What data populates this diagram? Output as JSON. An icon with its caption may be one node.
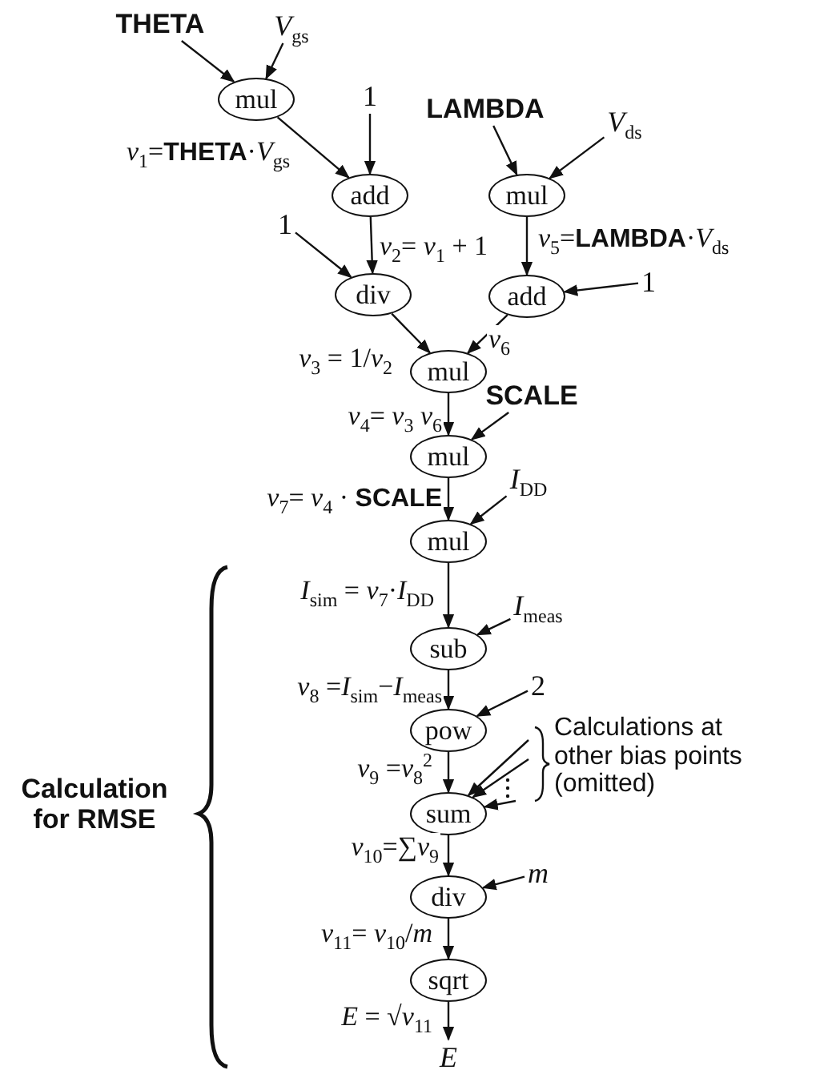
{
  "diagram": {
    "nodes": [
      {
        "text": [
          "THETA"
        ]
      },
      {
        "text": [
          "*V*$_{gs}$"
        ]
      },
      {
        "text": [
          "mul"
        ]
      },
      {
        "text": [
          "1"
        ]
      },
      {
        "text": [
          "add"
        ]
      },
      {
        "text": [
          "LAMBDA"
        ]
      },
      {
        "text": [
          "*V*$_{ds}$"
        ]
      },
      {
        "text": [
          "mul"
        ]
      },
      {
        "text": [
          "1"
        ]
      },
      {
        "text": [
          "div"
        ]
      },
      {
        "text": [
          "add"
        ]
      },
      {
        "text": [
          "1"
        ]
      },
      {
        "text": [
          "mul"
        ]
      },
      {
        "text": [
          "SCALE"
        ]
      },
      {
        "text": [
          "mul"
        ]
      },
      {
        "text": [
          "*I*$_{DD}$"
        ]
      },
      {
        "text": [
          "mul"
        ]
      },
      {
        "text": [
          "*I*$_{meas}$"
        ]
      },
      {
        "text": [
          "sub"
        ]
      },
      {
        "text": [
          "2"
        ]
      },
      {
        "text": [
          "pow"
        ]
      },
      {
        "text": [
          "sum"
        ]
      },
      {
        "text": [
          "div"
        ]
      },
      {
        "text": [
          "*m*"
        ]
      },
      {
        "text": [
          "sqrt"
        ]
      },
      {
        "text": [
          "*E*"
        ]
      }
    ],
    "edges": [
      {
        "from": 0,
        "to": 2,
        "arrow": "to"
      },
      {
        "from": 1,
        "to": 2,
        "arrow": "to"
      },
      {
        "from": 2,
        "to": 4,
        "arrow": "to",
        "label": "*v*$_{1}$=**THETA**·*V*$_{gs}$"
      },
      {
        "from": 3,
        "to": 4,
        "arrow": "to"
      },
      {
        "from": 5,
        "to": 7,
        "arrow": "to"
      },
      {
        "from": 6,
        "to": 7,
        "arrow": "to"
      },
      {
        "from": 4,
        "to": 9,
        "arrow": "to",
        "label": "*v*$_{2}$= *v*$_{1}$ + 1"
      },
      {
        "from": 8,
        "to": 9,
        "arrow": "to"
      },
      {
        "from": 7,
        "to": 10,
        "arrow": "to",
        "label": "*v*$_{5}$=**LAMBDA**·*V*$_{ds}$"
      },
      {
        "from": 11,
        "to": 10,
        "arrow": "to"
      },
      {
        "from": 9,
        "to": 12,
        "arrow": "to",
        "label": "*v*$_{3}$ = 1/*v*$_{2}$"
      },
      {
        "from": 10,
        "to": 12,
        "arrow": "to",
        "label": "*v*$_{6}$"
      },
      {
        "from": 12,
        "to": 14,
        "arrow": "to",
        "label": "*v*$_{4}$= *v*$_{3}$ *v*$_{6}$"
      },
      {
        "from": 13,
        "to": 14,
        "arrow": "to"
      },
      {
        "from": 14,
        "to": 16,
        "arrow": "to",
        "label": "*v*$_{7}$= *v*$_{4}$ · **SCALE**"
      },
      {
        "from": 15,
        "to": 16,
        "arrow": "to"
      },
      {
        "from": 16,
        "to": 18,
        "arrow": "to",
        "label": "*I*$_{sim}$ = *v*$_{7}$·*I*$_{DD}$"
      },
      {
        "from": 17,
        "to": 18,
        "arrow": "to"
      },
      {
        "from": 18,
        "to": 20,
        "arrow": "to",
        "label": "*v*$_{8}$ =*I*$_{sim}$−*I*$_{meas}$"
      },
      {
        "from": 19,
        "to": 20,
        "arrow": "to"
      },
      {
        "from": 20,
        "to": 21,
        "arrow": "to",
        "label": "*v*$_{9}$ =*v*$_{8}$$^{2}$"
      },
      {
        "from": null,
        "to": 21,
        "arrow": "to"
      },
      {
        "from": null,
        "to": 21,
        "arrow": "to"
      },
      {
        "from": null,
        "to": 21,
        "arrow": "to"
      },
      {
        "from": 21,
        "to": 22,
        "arrow": "to",
        "label": "*v*$_{10}$=∑*v*$_{9}$"
      },
      {
        "from": 23,
        "to": 22,
        "arrow": "to"
      },
      {
        "from": 22,
        "to": 24,
        "arrow": "to",
        "label": "*v*$_{11}$= *v*$_{10}$/*m*"
      },
      {
        "from": 24,
        "to": 25,
        "arrow": "to",
        "label": "*E* = √*v*$_{11}$"
      }
    ],
    "labels": [
      "Calculations at other bias points (omitted)",
      "Calculation for RMSE"
    ]
  }
}
